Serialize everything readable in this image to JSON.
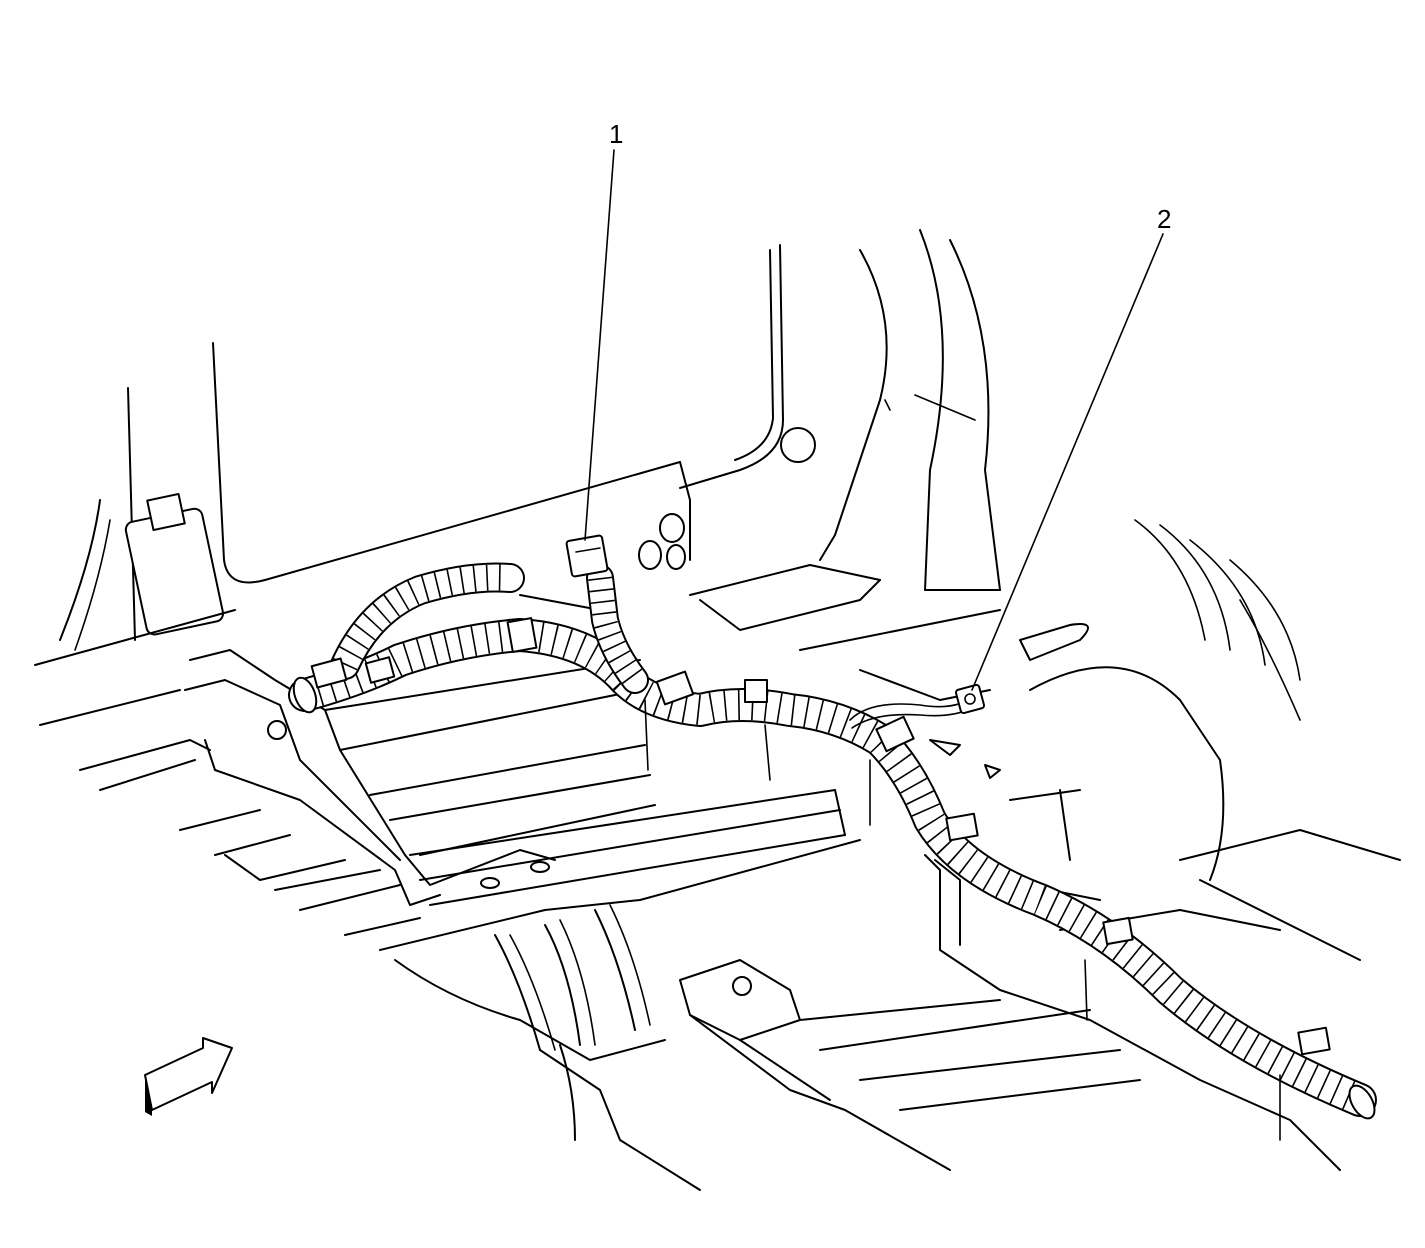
{
  "diagram": {
    "callouts": [
      {
        "id": "1",
        "label": "1"
      },
      {
        "id": "2",
        "label": "2"
      }
    ],
    "colors": {
      "line": "#000000",
      "background": "#ffffff"
    },
    "icons": [
      "front-direction-arrow-icon"
    ]
  }
}
